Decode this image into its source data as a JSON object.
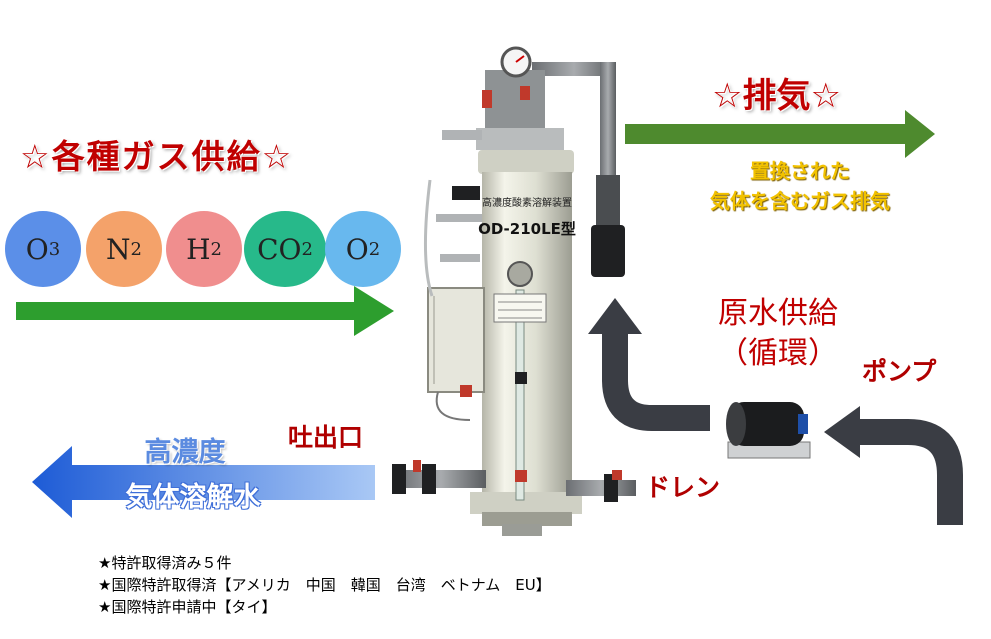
{
  "gas_supply_title": "☆各種ガス供給☆",
  "gases": [
    {
      "main": "O",
      "sub": "3",
      "color": "#5b8fe8"
    },
    {
      "main": "N",
      "sub": "2",
      "color": "#f4a26a"
    },
    {
      "main": "H",
      "sub": "2",
      "color": "#f08e8e"
    },
    {
      "main": "CO",
      "sub": "2",
      "color": "#27b98a"
    },
    {
      "main": "O",
      "sub": "2",
      "color": "#68b8ee"
    }
  ],
  "exhaust": {
    "title": "☆排気☆",
    "desc_line1": "置換された",
    "desc_line2": "気体を含むガス排気"
  },
  "raw_water": {
    "line1": "原水供給",
    "line2": "（循環）"
  },
  "pump_label": "ポンプ",
  "outlet_label": "吐出口",
  "drain_label": "ドレン",
  "high_conc": {
    "line1": "高濃度",
    "line2": "気体溶解水"
  },
  "device": {
    "label_top": "高濃度酸素溶解装置",
    "model": "OD-210LE型"
  },
  "patents": [
    "★特許取得済み５件",
    "★国際特許取得済【アメリカ　中国　韓国　台湾　ベトナム　EU】",
    "★国際特許申請中【タイ】"
  ],
  "colors": {
    "title_red": "#c00000",
    "green_arrow": "#4e8a2e",
    "blue_arrow": "#2f66d8",
    "pipe_arrow": "#3a3d44",
    "exhaust_text": "#f2c200"
  }
}
